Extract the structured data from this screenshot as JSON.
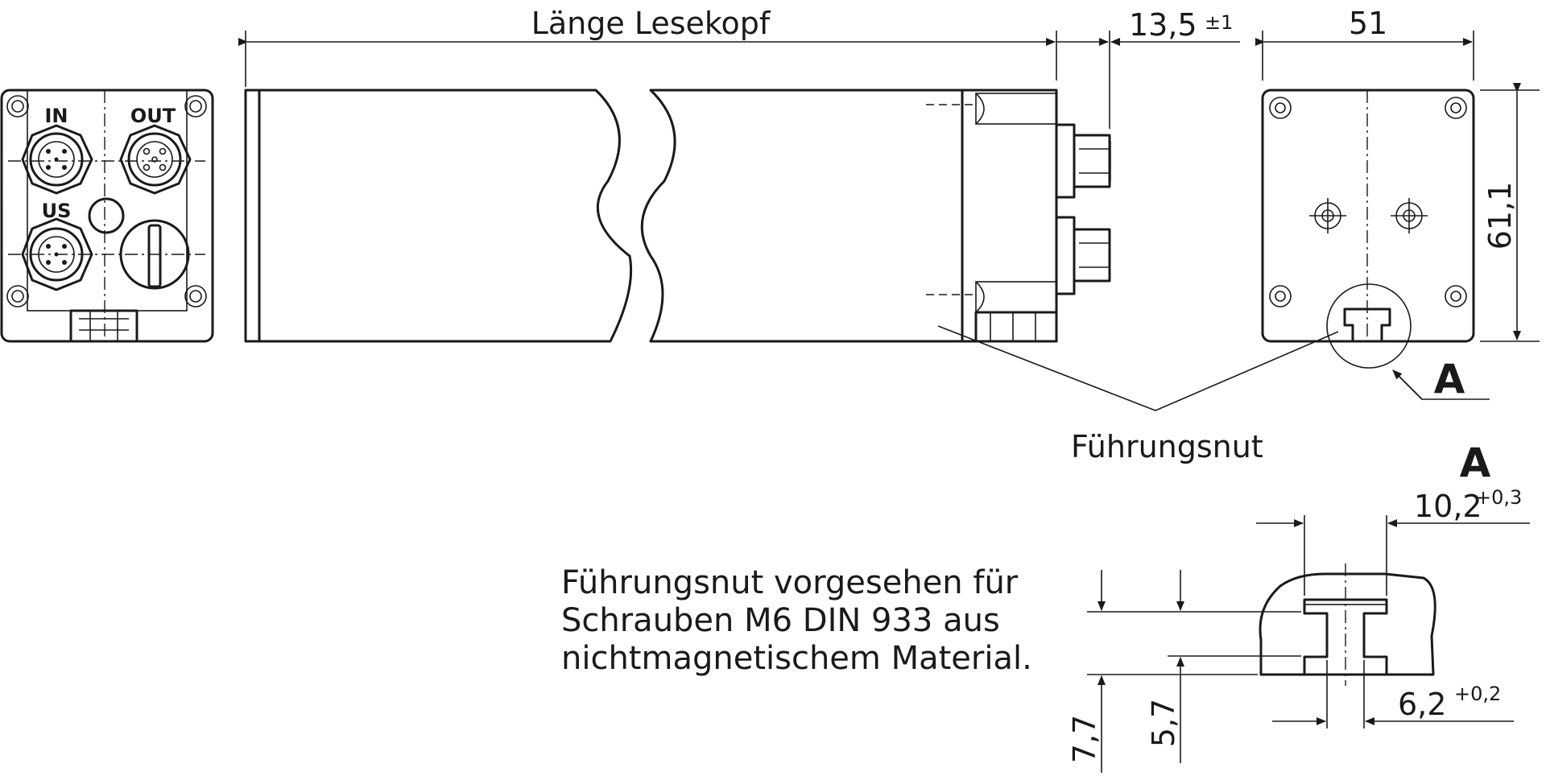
{
  "dimensions": {
    "length_label": "Länge Lesekopf",
    "connector_depth": "13,5",
    "connector_depth_tol": "±1",
    "width": "51",
    "height": "61,1",
    "groove_width": "10,2",
    "groove_width_tol": "+0,3",
    "slot_width": "6,2",
    "slot_width_tol": "+0,2",
    "depth_outer": "7,7",
    "depth_inner": "5,7"
  },
  "labels": {
    "port_in": "IN",
    "port_out": "OUT",
    "port_us": "US",
    "guide_groove": "Führungsnut",
    "detail_marker": "A",
    "detail_title": "A"
  },
  "note": {
    "line1": "Führungsnut vorgesehen für",
    "line2": "Schrauben M6 DIN 933 aus",
    "line3": "nichtmagnetischem Material."
  }
}
